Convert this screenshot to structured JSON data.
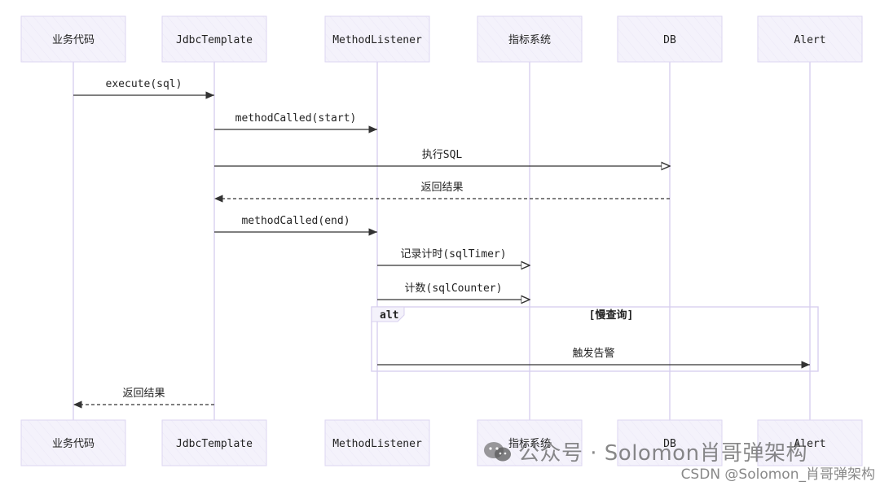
{
  "participants": [
    "业务代码",
    "JdbcTemplate",
    "MethodListener",
    "指标系统",
    "DB",
    "Alert"
  ],
  "messages": [
    {
      "from": 0,
      "to": 1,
      "label": "execute(sql)",
      "style": "solid"
    },
    {
      "from": 1,
      "to": 2,
      "label": "methodCalled(start)",
      "style": "solid"
    },
    {
      "from": 1,
      "to": 4,
      "label": "执行SQL",
      "style": "solid"
    },
    {
      "from": 4,
      "to": 1,
      "label": "返回结果",
      "style": "dashed"
    },
    {
      "from": 1,
      "to": 2,
      "label": "methodCalled(end)",
      "style": "solid"
    },
    {
      "from": 2,
      "to": 3,
      "label": "记录计时(sqlTimer)",
      "style": "solid"
    },
    {
      "from": 2,
      "to": 3,
      "label": "计数(sqlCounter)",
      "style": "solid"
    },
    {
      "from": 2,
      "to": 5,
      "label": "触发告警",
      "style": "solid"
    },
    {
      "from": 1,
      "to": 0,
      "label": "返回结果",
      "style": "dashed"
    }
  ],
  "alt_block": {
    "tag": "alt",
    "condition": "[慢查询]",
    "messages": [
      7
    ]
  },
  "watermark": {
    "main": "公众号 · Solomon肖哥弹架构",
    "sub": "CSDN @Solomon_肖哥弹架构"
  }
}
